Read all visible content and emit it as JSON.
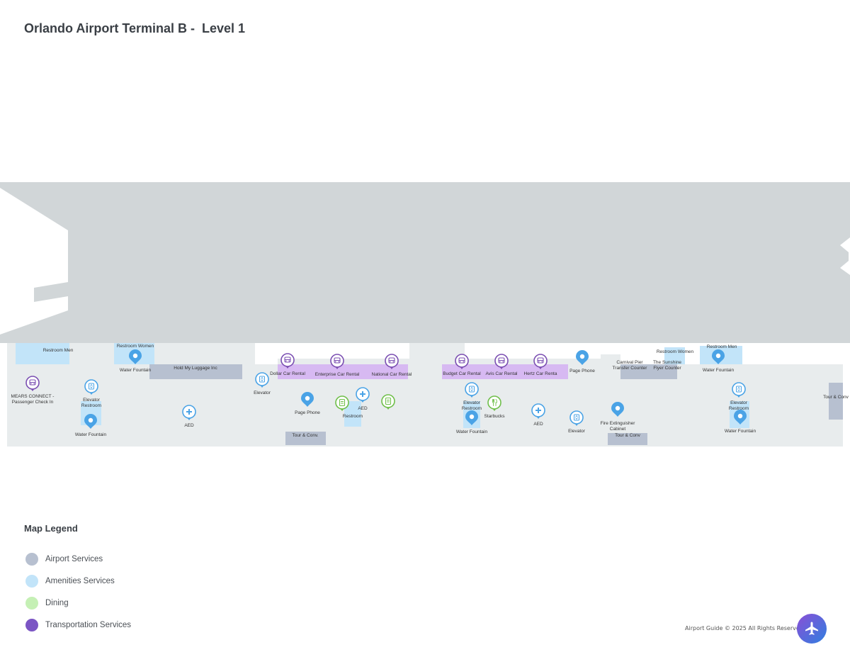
{
  "header": {
    "title": "Orlando Airport Terminal B -  Level 1"
  },
  "colors": {
    "outside_area": "#d1d6d8",
    "terminal_floor": "#e8eced",
    "airport_services": "#b7c0d0",
    "amenities_services": "#c2e4f9",
    "dining": "#c5f0b5",
    "transportation_services": "#d7b9f2",
    "amenity_pin": "#4aa3e6",
    "dining_pin": "#6fbf4a",
    "transport_pin": "#7b4fb2"
  },
  "map": {
    "areas": [
      {
        "name": "restroom-men-area-west",
        "label": "Restroom Men",
        "category": "amenities_services"
      },
      {
        "name": "restroom-women-area-west",
        "label": "Restroom Women",
        "category": "amenities_services"
      },
      {
        "name": "hold-my-luggage-area",
        "label": "Hold My Luggage Inc",
        "category": "airport_services"
      },
      {
        "name": "car-rental-area-west",
        "label": "",
        "category": "transportation_services"
      },
      {
        "name": "car-rental-area-east",
        "label": "",
        "category": "transportation_services"
      },
      {
        "name": "carnival-pier-area",
        "label": "",
        "category": "airport_services"
      },
      {
        "name": "restroom-women-area-east",
        "label": "",
        "category": "amenities_services"
      },
      {
        "name": "restroom-men-area-east",
        "label": "",
        "category": "amenities_services"
      },
      {
        "name": "tour-conv-area-west",
        "label": "Tour & Conv.",
        "category": "airport_services"
      },
      {
        "name": "tour-conv-area-east",
        "label": "Tour & Conv",
        "category": "airport_services"
      },
      {
        "name": "tour-conv-area-far-east",
        "label": "",
        "category": "airport_services"
      },
      {
        "name": "restroom-area-west",
        "label": "",
        "category": "amenities_services"
      },
      {
        "name": "restroom-area-center",
        "label": "",
        "category": "amenities_services"
      },
      {
        "name": "restroom-area-mid-east",
        "label": "",
        "category": "amenities_services"
      },
      {
        "name": "restroom-area-east",
        "label": "",
        "category": "amenities_services"
      }
    ],
    "pois": [
      {
        "name": "mears-connect",
        "label": [
          "MEARS CONNECT -",
          "Passenger Check In"
        ],
        "icon": "bus-icon",
        "category": "transport"
      },
      {
        "name": "elevator-west",
        "label": [
          "Elevator",
          "Restroom"
        ],
        "icon": "elevator-icon",
        "category": "amenity"
      },
      {
        "name": "water-fountain-west-lower",
        "label": [
          "Water Fountain"
        ],
        "icon": "water-drop-icon",
        "category": "amenity"
      },
      {
        "name": "water-fountain-west-upper",
        "label": [
          "Water Fountain"
        ],
        "icon": "water-drop-icon",
        "category": "amenity"
      },
      {
        "name": "aed-west",
        "label": [
          "AED"
        ],
        "icon": "medical-cross-icon",
        "category": "amenity"
      },
      {
        "name": "elevator-center-west",
        "label": [
          "Elevator"
        ],
        "icon": "elevator-icon",
        "category": "amenity"
      },
      {
        "name": "dollar-car-rental",
        "label": [
          "Dollar Car Rental"
        ],
        "icon": "car-icon",
        "category": "transport"
      },
      {
        "name": "enterprise-car-rental",
        "label": [
          "Enterprise Car Rental"
        ],
        "icon": "car-icon",
        "category": "transport"
      },
      {
        "name": "national-car-rental",
        "label": [
          "National Car Rental"
        ],
        "icon": "car-icon",
        "category": "transport"
      },
      {
        "name": "page-phone-west",
        "label": [
          "Page Phone"
        ],
        "icon": "water-drop-icon",
        "category": "amenity"
      },
      {
        "name": "aed-center",
        "label": [
          "AED"
        ],
        "icon": "medical-cross-icon",
        "category": "amenity"
      },
      {
        "name": "vending-1",
        "label": [],
        "icon": "vending-icon",
        "category": "dining"
      },
      {
        "name": "vending-2",
        "label": [],
        "icon": "vending-icon",
        "category": "dining"
      },
      {
        "name": "restroom-center",
        "label": [
          "Restroom"
        ],
        "icon": "",
        "category": "amenity"
      },
      {
        "name": "budget-car-rental",
        "label": [
          "Budget Car Rental"
        ],
        "icon": "car-icon",
        "category": "transport"
      },
      {
        "name": "avis-car-rental",
        "label": [
          "Avis Car Rental"
        ],
        "icon": "car-icon",
        "category": "transport"
      },
      {
        "name": "hertz-car-rental",
        "label": [
          "Hertz Car Renta"
        ],
        "icon": "car-icon",
        "category": "transport"
      },
      {
        "name": "page-phone-east",
        "label": [
          "Page Phone"
        ],
        "icon": "water-drop-icon",
        "category": "amenity"
      },
      {
        "name": "elevator-mid-east",
        "label": [
          "Elevator",
          "Restroom"
        ],
        "icon": "elevator-icon",
        "category": "amenity"
      },
      {
        "name": "water-fountain-mid-east",
        "label": [
          "Water Fountain"
        ],
        "icon": "water-drop-icon",
        "category": "amenity"
      },
      {
        "name": "starbucks",
        "label": [
          "Starbucks"
        ],
        "icon": "fork-knife-icon",
        "category": "dining"
      },
      {
        "name": "aed-east",
        "label": [
          "AED"
        ],
        "icon": "medical-cross-icon",
        "category": "amenity"
      },
      {
        "name": "elevator-east",
        "label": [
          "Elevator"
        ],
        "icon": "elevator-icon",
        "category": "amenity"
      },
      {
        "name": "fire-extinguisher-cabinet",
        "label": [
          "Fire Extinguisher",
          "Cabinet"
        ],
        "icon": "water-drop-icon",
        "category": "amenity"
      },
      {
        "name": "carnival-pier",
        "label": [
          "Carnival Pier",
          "Transfer Counter"
        ],
        "icon": "",
        "category": "airport"
      },
      {
        "name": "sunshine-flyer",
        "label": [
          "The Sunshine",
          "Flyer Counter"
        ],
        "icon": "",
        "category": "airport"
      },
      {
        "name": "restroom-women-east",
        "label": [
          "Restroom  Women"
        ],
        "icon": "",
        "category": "amenity"
      },
      {
        "name": "restroom-men-east",
        "label": [
          "Restroom Men"
        ],
        "icon": "",
        "category": "amenity"
      },
      {
        "name": "water-fountain-east-upper",
        "label": [
          "Water Fountain"
        ],
        "icon": "water-drop-icon",
        "category": "amenity"
      },
      {
        "name": "elevator-far-east",
        "label": [
          "Elevator",
          "Restroom"
        ],
        "icon": "elevator-icon",
        "category": "amenity"
      },
      {
        "name": "water-fountain-far-east",
        "label": [
          "Water Fountain"
        ],
        "icon": "water-drop-icon",
        "category": "amenity"
      },
      {
        "name": "tour-conv-far-east",
        "label": [
          "Tour & Conv"
        ],
        "icon": "",
        "category": "airport"
      }
    ]
  },
  "legend": {
    "title": "Map Legend",
    "items": [
      {
        "label": "Airport Services",
        "color": "#b7c0d0"
      },
      {
        "label": "Amenities Services",
        "color": "#c2e4f9"
      },
      {
        "label": "Dining",
        "color": "#c5f0b5"
      },
      {
        "label": "Transportation Services",
        "color": "#7b55c4"
      }
    ]
  },
  "footer": {
    "copyright": "Airport Guide © 2025 All Rights Reserved.",
    "fab_icon": "airplane-icon"
  }
}
